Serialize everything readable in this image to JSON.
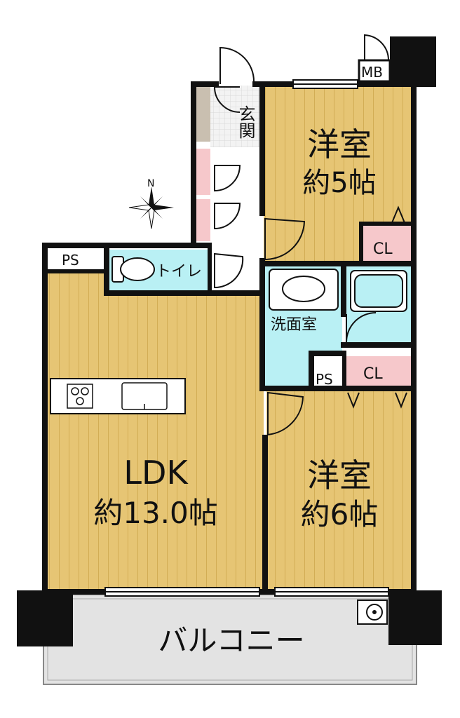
{
  "rooms": {
    "entrance": "玄関",
    "bedroom1_name": "洋室",
    "bedroom1_size": "約5帖",
    "bedroom2_name": "洋室",
    "bedroom2_size": "約6帖",
    "ldk_name": "LDK",
    "ldk_size": "約13.0帖",
    "toilet": "トイレ",
    "washroom": "洗面室",
    "balcony": "バルコニー"
  },
  "fixtures": {
    "mb": "MB",
    "ps_top": "PS",
    "ps_mid": "PS",
    "cl_top": "CL",
    "cl_mid": "CL"
  },
  "compass": {
    "north": "N"
  },
  "colors": {
    "floor_wood": "#e6c574",
    "floor_stripe": "#d2ad55",
    "wet_area": "#b9f0f4",
    "closet": "#f6c8cb",
    "balcony": "#e3e3e3",
    "wall": "#111111",
    "shoe_box": "#c9bfb0"
  },
  "icons": [
    "compass-rose-icon",
    "toilet-icon",
    "bathtub-icon",
    "washbasin-icon",
    "stove-icon",
    "sink-icon",
    "door-swing-icon",
    "outdoor-unit-icon"
  ]
}
